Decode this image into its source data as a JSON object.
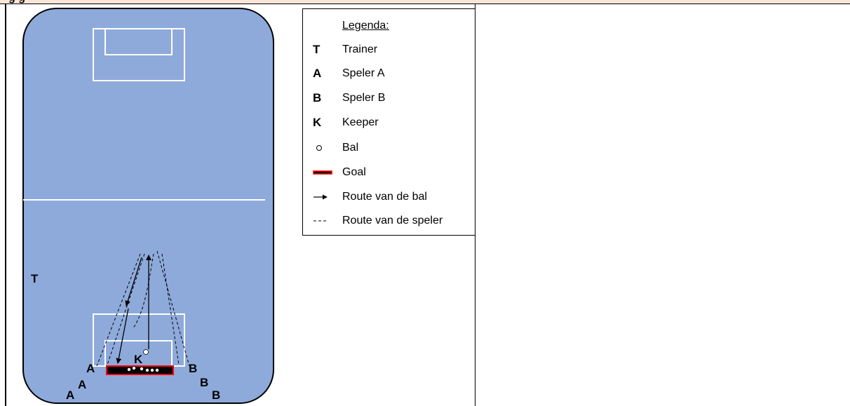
{
  "header": {
    "fragment": "g                  g"
  },
  "field": {
    "colors": {
      "pitch": "#8eaadb",
      "lines": "#ffffff",
      "goal": "#000000",
      "goal_border": "#ff0000"
    },
    "trainer_label": "T",
    "keeper_label": "K",
    "player_a_label": "A",
    "player_b_label": "B"
  },
  "legend": {
    "title": "Legenda:",
    "items": [
      {
        "symbol": "T",
        "label": "Trainer"
      },
      {
        "symbol": "A",
        "label": "Speler A"
      },
      {
        "symbol": "B",
        "label": "Speler B"
      },
      {
        "symbol": "K",
        "label": "Keeper"
      },
      {
        "symbol": "ball-icon",
        "label": "Bal"
      },
      {
        "symbol": "goal-icon",
        "label": "Goal"
      },
      {
        "symbol": "arrow-icon",
        "label": "Route van de bal"
      },
      {
        "symbol": "dashed-line-icon",
        "label": "Route van de speler"
      }
    ]
  }
}
